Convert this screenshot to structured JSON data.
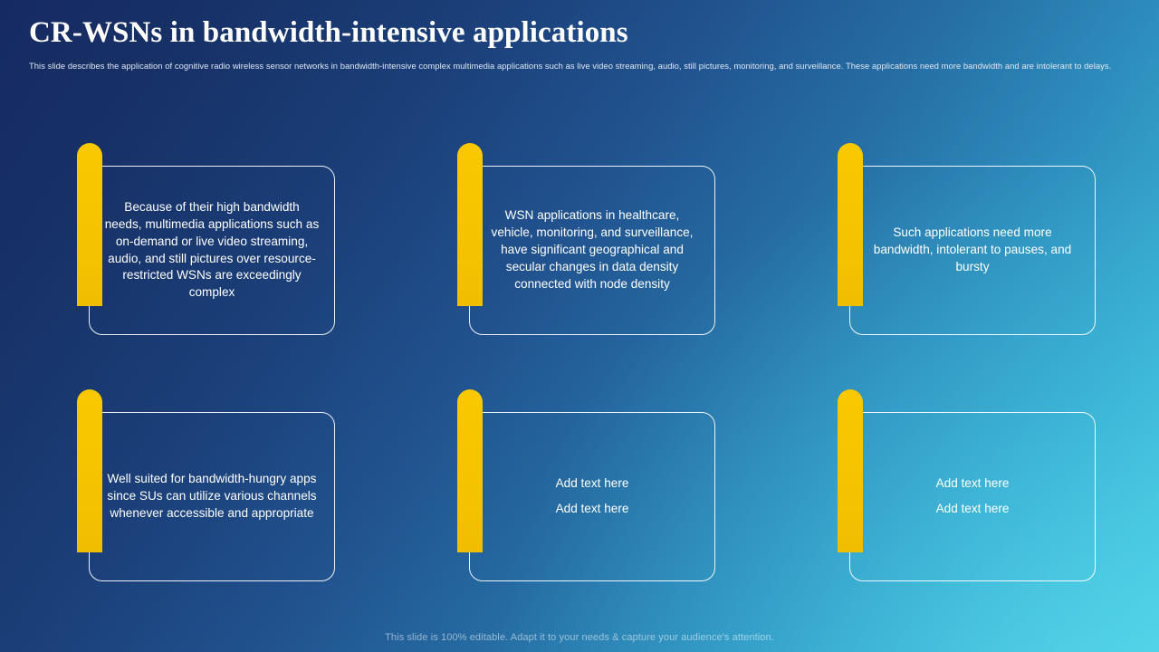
{
  "header": {
    "title": "CR-WSNs in bandwidth-intensive applications",
    "subtitle": "This slide describes the application of cognitive radio wireless sensor networks in bandwidth-intensive complex multimedia  applications such as live video streaming, audio, still pictures, monitoring, and surveillance. These applications need more bandwidth and are intolerant to delays."
  },
  "theme": {
    "accent_yellow": "#f5c400",
    "bg_start": "#152a60",
    "bg_end": "#4fd4e6",
    "outline": "#ffffff"
  },
  "cards": [
    {
      "id": "card-1",
      "placeholder": false,
      "lines": [
        "Because of their high bandwidth needs, multimedia applications such as on-demand or live video streaming, audio, and still pictures over resource-restricted WSNs are exceedingly complex"
      ]
    },
    {
      "id": "card-2",
      "placeholder": false,
      "lines": [
        "WSN applications in healthcare, vehicle, monitoring, and surveillance, have significant geographical and secular changes in data density connected with node density"
      ]
    },
    {
      "id": "card-3",
      "placeholder": false,
      "lines": [
        "Such applications need more bandwidth, intolerant to pauses, and bursty"
      ]
    },
    {
      "id": "card-4",
      "placeholder": false,
      "lines": [
        "Well suited for bandwidth-hungry apps since SUs can utilize various channels whenever accessible and appropriate"
      ]
    },
    {
      "id": "card-5",
      "placeholder": true,
      "lines": [
        "Add text here",
        "Add text here"
      ]
    },
    {
      "id": "card-6",
      "placeholder": true,
      "lines": [
        "Add text here",
        "Add text here"
      ]
    }
  ],
  "footer": {
    "note": "This slide is 100% editable. Adapt it to your needs & capture your audience's attention."
  }
}
